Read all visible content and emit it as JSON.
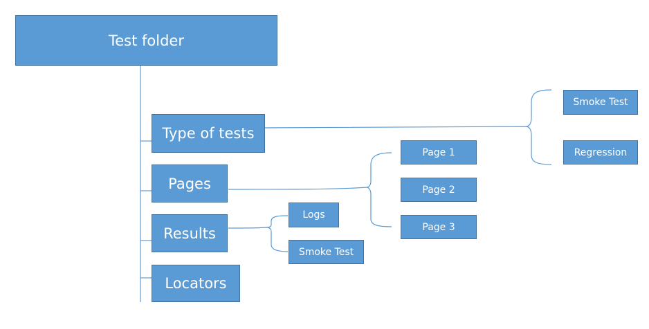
{
  "root": {
    "label": "Test folder"
  },
  "categories": [
    {
      "label": "Type of tests"
    },
    {
      "label": "Pages"
    },
    {
      "label": "Results"
    },
    {
      "label": "Locators"
    }
  ],
  "type_of_tests_children": [
    {
      "label": "Smoke Test"
    },
    {
      "label": "Regression"
    }
  ],
  "pages_children": [
    {
      "label": "Page 1"
    },
    {
      "label": "Page 2"
    },
    {
      "label": "Page 3"
    }
  ],
  "results_children": [
    {
      "label": "Logs"
    },
    {
      "label": "Smoke Test"
    }
  ],
  "colors": {
    "box_fill": "#5b9bd5",
    "box_border": "#41719c",
    "connector": "#5b9bd5",
    "text": "#ffffff"
  }
}
